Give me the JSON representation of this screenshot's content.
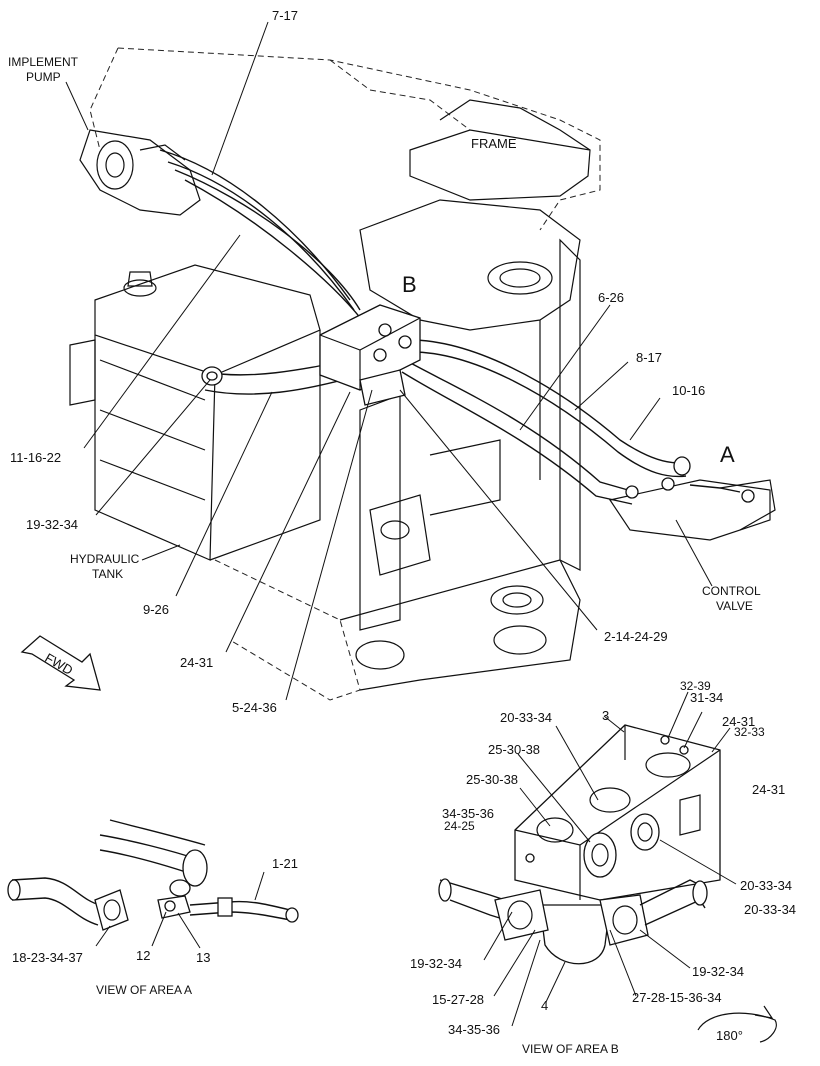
{
  "labels": {
    "implement_pump": [
      "IMPLEMENT",
      "PUMP"
    ],
    "frame": "FRAME",
    "hydraulic_tank": [
      "HYDRAULIC",
      "TANK"
    ],
    "control_valve": [
      "CONTROL",
      "VALVE"
    ],
    "area_b_marker": "B",
    "area_a_marker": "A",
    "fwd": "FWD",
    "view_area_a": "VIEW OF AREA  A",
    "view_area_b": "VIEW OF AREA  B",
    "rotation": "180°"
  },
  "callouts": {
    "c_7_17": "7-17",
    "c_6_26": "6-26",
    "c_8_17": "8-17",
    "c_10_16": "10-16",
    "c_11_16_22": "11-16-22",
    "c_19_32_34_main": "19-32-34",
    "c_9_26": "9-26",
    "c_24_31_main": "24-31",
    "c_5_24_36": "5-24-36",
    "c_2_14_24_29": "2-14-24-29",
    "c_1_21": "1-21",
    "c_12": "12",
    "c_13": "13",
    "c_18_23_34_37": "18-23-34-37",
    "c_32_39_top": "32-39",
    "c_31_34": "31-34",
    "c_24_31_b1": "24-31",
    "c_32_33": "32-33",
    "c_3": "3",
    "c_20_33_34_top": "20-33-34",
    "c_25_30_38_a": "25-30-38",
    "c_25_30_38_b": "25-30-38",
    "c_24_31_b2": "24-31",
    "c_34_35_36_top": "34-35-36",
    "c_24_25": "24-25",
    "c_20_33_34_r1": "20-33-34",
    "c_20_33_34_r2": "20-33-34",
    "c_19_32_34_bl": "19-32-34",
    "c_19_32_34_br": "19-32-34",
    "c_15_27_28": "15-27-28",
    "c_27_28_15_36_34": "27-28-15-36-34",
    "c_4": "4",
    "c_34_35_36_bot": "34-35-36"
  }
}
